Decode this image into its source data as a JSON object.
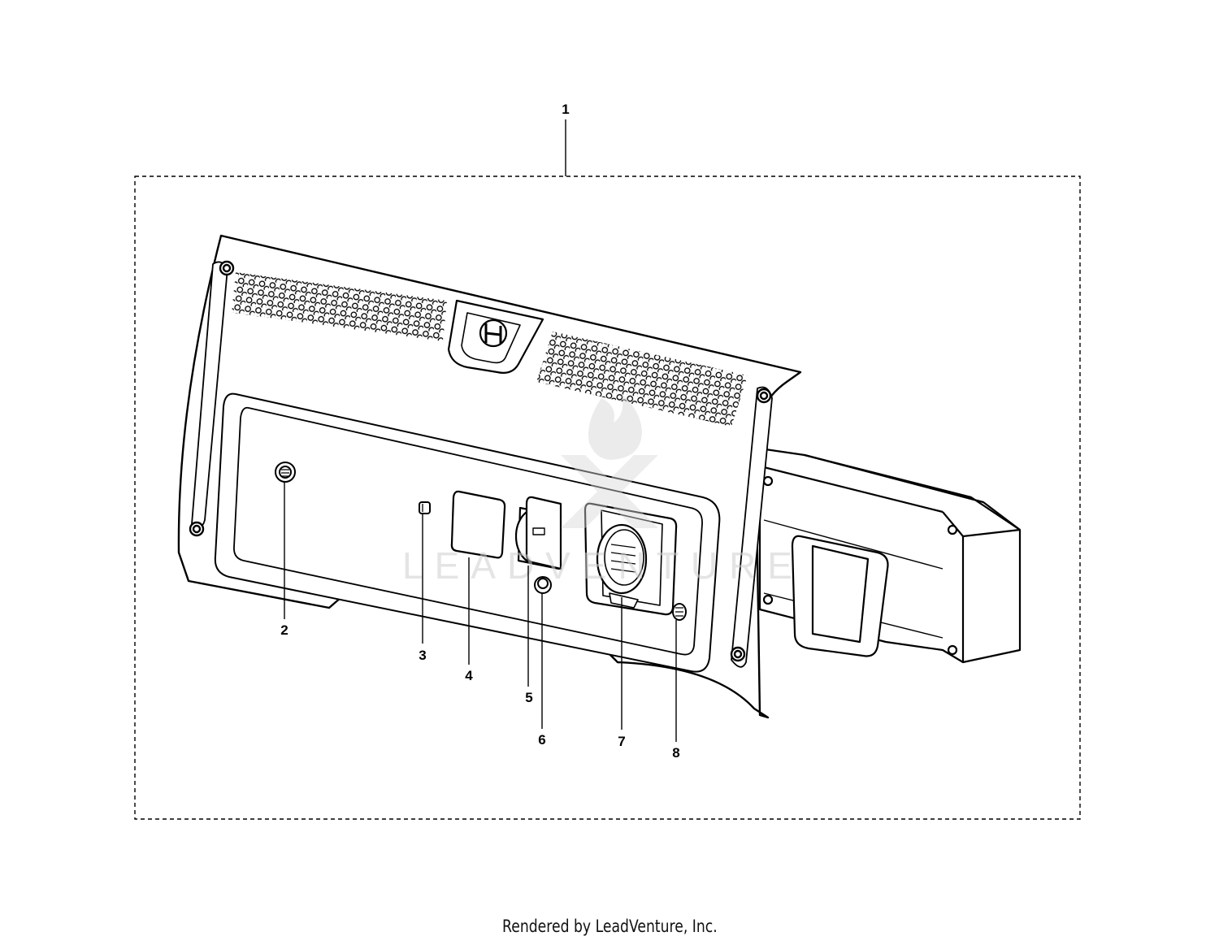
{
  "callouts": [
    {
      "id": "1",
      "label": "1"
    },
    {
      "id": "2",
      "label": "2"
    },
    {
      "id": "3",
      "label": "3"
    },
    {
      "id": "4",
      "label": "4"
    },
    {
      "id": "5",
      "label": "5"
    },
    {
      "id": "6",
      "label": "6"
    },
    {
      "id": "7",
      "label": "7"
    },
    {
      "id": "8",
      "label": "8"
    }
  ],
  "watermark": "LEADVENTURE",
  "footer": "Rendered by LeadVenture, Inc."
}
